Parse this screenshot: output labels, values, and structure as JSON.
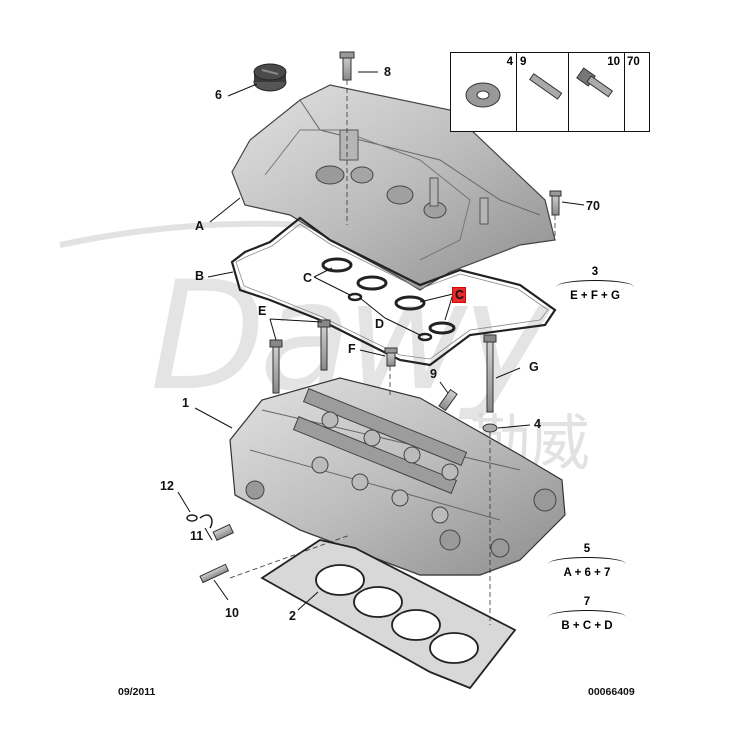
{
  "callouts": {
    "n6": "6",
    "n8": "8",
    "A": "A",
    "B": "B",
    "C1": "C",
    "C2": "C",
    "D": "D",
    "E": "E",
    "F": "F",
    "G": "G",
    "n9": "9",
    "n4": "4",
    "n1": "1",
    "n12": "12",
    "n11": "11",
    "n10": "10",
    "n2": "2",
    "n70": "70",
    "n3": "3",
    "n5": "5",
    "n7": "7"
  },
  "inset": {
    "c4": "4",
    "c9": "9",
    "c10": "10",
    "c70": "70"
  },
  "formulas": {
    "f3_num": "3",
    "f3_expr": "E + F + G",
    "f5_num": "5",
    "f5_expr": "A + 6 + 7",
    "f7_num": "7",
    "f7_expr": "B + C + D"
  },
  "footer": {
    "date": "09/2011",
    "ref": "00066409"
  },
  "watermark": {
    "latin": "Dawy",
    "cjk": "勤威"
  }
}
